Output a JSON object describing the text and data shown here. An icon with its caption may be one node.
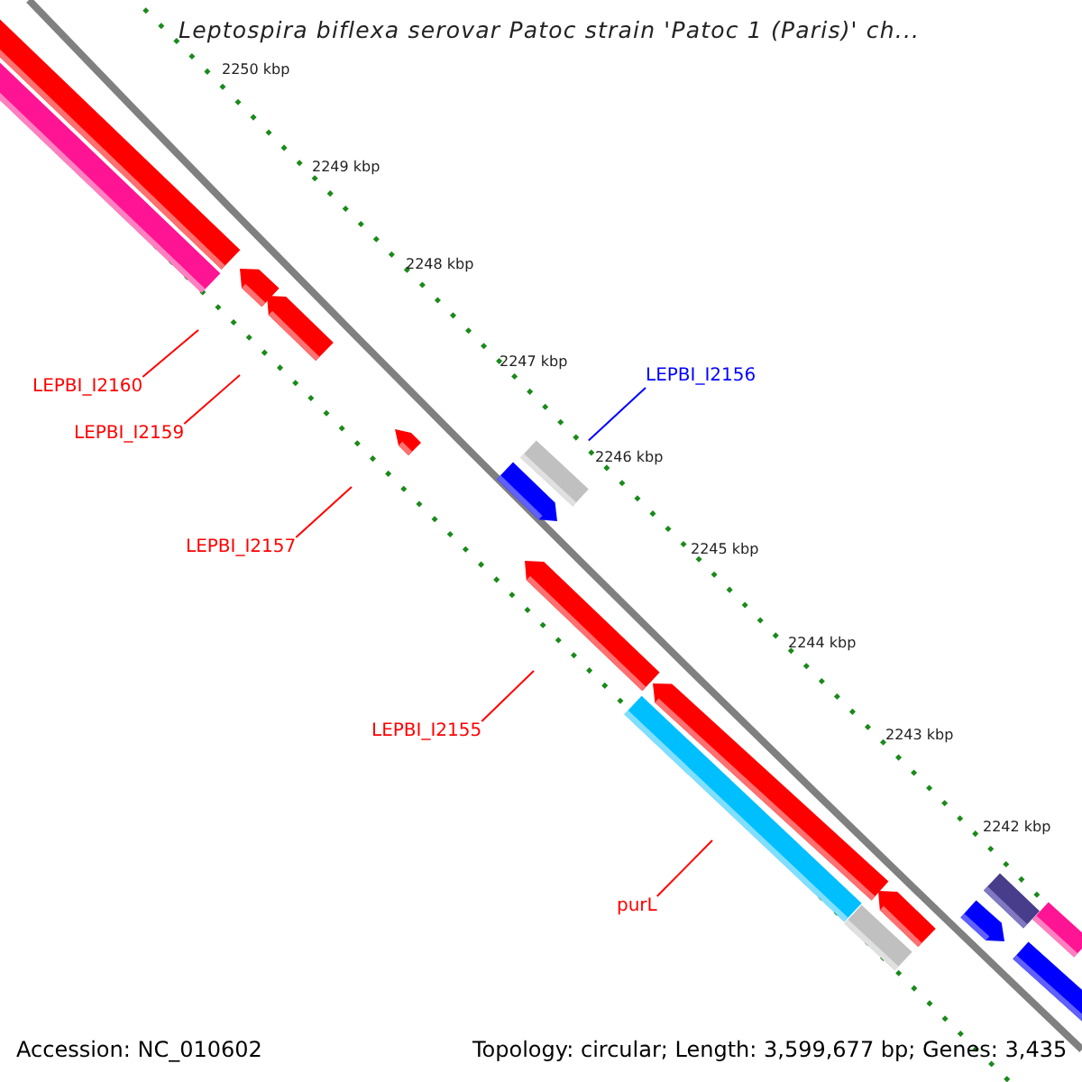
{
  "diagram": {
    "title": "Leptospira biflexa serovar Patoc strain 'Patoc 1 (Paris)' ch...",
    "nodes": [
      {
        "text": [
          "LEPBI_I2160"
        ]
      },
      {
        "text": [
          "LEPBI_I2159"
        ]
      },
      {
        "text": [
          "LEPBI_I2157"
        ]
      },
      {
        "text": [
          "LEPBI_I2156"
        ]
      },
      {
        "text": [
          "LEPBI_I2155"
        ]
      },
      {
        "text": [
          "purL"
        ]
      },
      {
        "text": [],
        "shape": "bar"
      },
      {
        "text": [],
        "shape": "bar"
      },
      {
        "text": [],
        "shape": "pentagon"
      },
      {
        "text": [],
        "shape": "pentagon"
      },
      {
        "text": [],
        "shape": "pentagon"
      },
      {
        "text": [],
        "shape": "bar"
      },
      {
        "text": [],
        "shape": "pentagon"
      },
      {
        "text": [],
        "shape": "pentagon"
      },
      {
        "text": [],
        "shape": "pentagon"
      },
      {
        "text": [],
        "shape": "pentagon"
      },
      {
        "text": [],
        "shape": "bar"
      },
      {
        "text": [],
        "shape": "bar"
      },
      {
        "text": [],
        "shape": "bar"
      },
      {
        "text": [],
        "shape": "pentagon"
      },
      {
        "text": [],
        "shape": "bar"
      },
      {
        "text": [],
        "shape": "bar"
      }
    ],
    "edges": [
      {
        "from": 0,
        "to": null,
        "arrow": "none"
      },
      {
        "from": 1,
        "to": null,
        "arrow": "none"
      },
      {
        "from": 2,
        "to": null,
        "arrow": "none"
      },
      {
        "from": 3,
        "to": 11,
        "arrow": "none",
        "color": "#0000ff"
      },
      {
        "from": 4,
        "to": null,
        "arrow": "none"
      },
      {
        "from": 5,
        "to": null,
        "arrow": "none"
      }
    ],
    "labels": [
      "2250 kbp",
      "2249 kbp",
      "2248 kbp",
      "2247 kbp",
      "2246 kbp",
      "2245 kbp",
      "2244 kbp",
      "2243 kbp",
      "2242 kbp",
      "Accession: NC_010602",
      "Topology: circular; Length: 3,599,677 bp; Genes: 3,435"
    ]
  }
}
